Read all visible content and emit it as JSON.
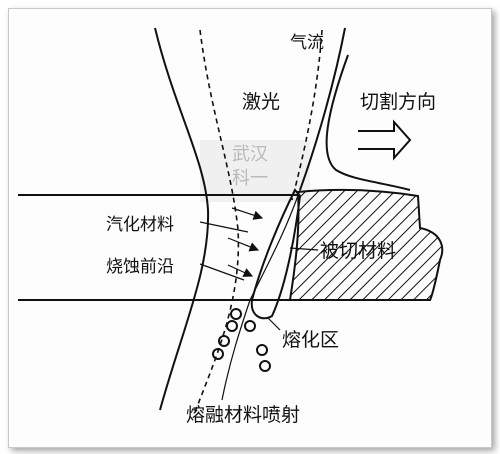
{
  "labels": {
    "airflow": "气流",
    "laser": "激光",
    "cut_direction": "切割方向",
    "vaporized_material": "汽化材料",
    "ablation_front": "烧蚀前沿",
    "workpiece": "被切材料",
    "melt_zone": "熔化区",
    "melt_ejection": "熔融材料喷射"
  },
  "watermark": {
    "line1": "武汉",
    "line2": "科一"
  },
  "colors": {
    "ink": "#111111",
    "watermark": "#b9b9b9",
    "background": "#fdfdfd"
  }
}
